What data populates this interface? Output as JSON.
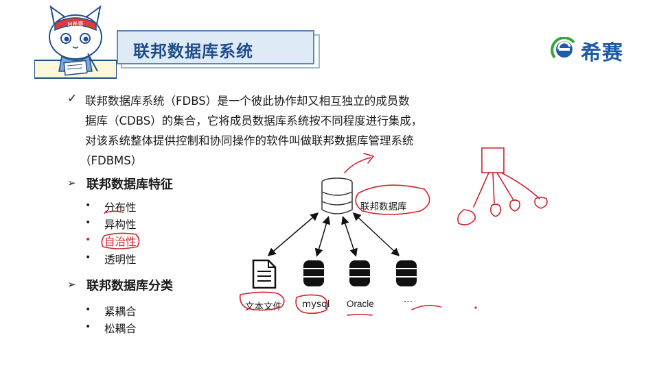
{
  "header": {
    "title": "联邦数据库系统",
    "logo_text": "希赛",
    "mascot_headband": "M希赛"
  },
  "intro": {
    "line1": "联邦数据库系统（FDBS）是一个彼此协作却又相互独立的成员数",
    "line2": "据库（CDBS）的集合，它将成员数据库系统按不同程度进行集成，",
    "line3": "对该系统整体提供控制和协同操作的软件叫做联邦数据库管理系统",
    "line4": "（FDBMS）"
  },
  "features": {
    "heading": "联邦数据库特征",
    "items": [
      "分布性",
      "异构性",
      "自治性",
      "透明性"
    ]
  },
  "categories": {
    "heading": "联邦数据库分类",
    "items": [
      "紧耦合",
      "松耦合"
    ]
  },
  "diagram": {
    "federated_label": "联邦数据库",
    "nodes": [
      "文本文件",
      "mysql",
      "Oracle",
      "···"
    ]
  },
  "colors": {
    "title_blue": "#1f4e8c",
    "banner_fill": "#dfeaf7",
    "annotation_red": "#d0202a",
    "logo_blue": "#1e5aa8",
    "logo_green": "#3aa33a"
  },
  "icons": [
    "check-icon",
    "arrow-bullet-icon",
    "database-icon",
    "document-icon",
    "mascot-cat"
  ]
}
